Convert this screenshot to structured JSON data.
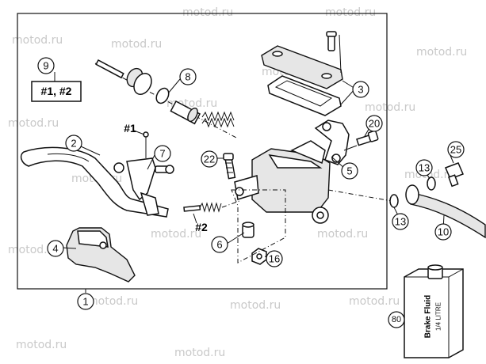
{
  "watermark": "motod.ru",
  "labels": {
    "p1": "1",
    "p2": "2",
    "p3": "3",
    "p4": "4",
    "p5": "5",
    "p6": "6",
    "p7": "7",
    "p8": "8",
    "p9": "9",
    "p10": "10",
    "p13a": "13",
    "p13b": "13",
    "p16": "16",
    "p20": "20",
    "p22": "22",
    "p25": "25",
    "p80": "80"
  },
  "notes": {
    "n1": "#1",
    "n2": "#2",
    "n12": "#1, #2"
  },
  "can": {
    "line1": "Brake Fluid",
    "line2": "1/4 LITRE"
  }
}
